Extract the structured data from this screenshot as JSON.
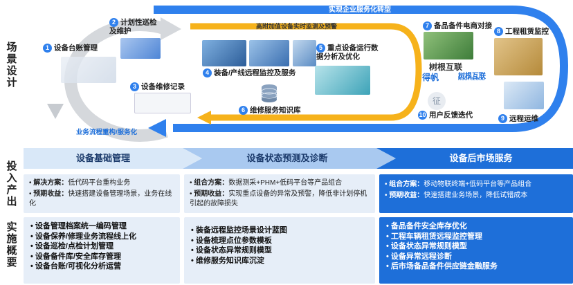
{
  "sides": {
    "scene": "场景设计",
    "io": "投入产出",
    "impl": "实施概要"
  },
  "arrows": {
    "top_banner": "实现企业服务化转型",
    "orange_banner": "高附加值设备实时监测及预警",
    "left_arrow": "业务流程重构/服务化"
  },
  "steps": [
    {
      "n": "1",
      "label": "设备台账管理"
    },
    {
      "n": "2",
      "label": "计划性巡检\n及维护"
    },
    {
      "n": "3",
      "label": "设备维修记录"
    },
    {
      "n": "4",
      "label": "装备/产线远程监控及服务"
    },
    {
      "n": "5",
      "label": "重点设备运行数\n据分析及优化"
    },
    {
      "n": "6",
      "label": "维修服务知识库"
    },
    {
      "n": "7",
      "label": "备品备件电商对接"
    },
    {
      "n": "8",
      "label": "工程租赁监控"
    },
    {
      "n": "9",
      "label": "远程运维"
    },
    {
      "n": "10",
      "label": "用户反馈迭代"
    }
  ],
  "logos": {
    "l1": "树根互联",
    "l2a": "得帆",
    "l2b": "树根互联",
    "l2c": "ROOTCLOUD",
    "seal": "征"
  },
  "phases": [
    {
      "title": "设备基础管理"
    },
    {
      "title": "设备状态预测及诊断"
    },
    {
      "title": "设备后市场服务"
    }
  ],
  "io": [
    {
      "sol_k": "解决方案：",
      "sol_v": "低代码平台重构业务",
      "ret_k": "预期收益：",
      "ret_v": "快速搭建设备管理场景，业务在线化"
    },
    {
      "sol_k": "组合方案：",
      "sol_v": "数据测采+PHM+低码平台等产品组合",
      "ret_k": "预期收益：",
      "ret_v": "实现重点设备的异常及预警，降低非计划停机引起的故障损失"
    },
    {
      "sol_k": "组合方案：",
      "sol_v": "移动物联终端+低码平台等产品组合",
      "ret_k": "预期收益：",
      "ret_v": "快速搭建业务场景，降低试错成本"
    }
  ],
  "impl": [
    [
      "设备管理档案统一编码管理",
      "设备保养/修理业务流程线上化",
      "设备巡检/点检计划管理",
      "设备备件库/安全库存管理",
      "设备台账/可视化分析运营"
    ],
    [
      "装备远程监控场景设计蓝图",
      "设备梳理点位参数模板",
      "设备状态异常规则模型",
      "维修服务知识库沉淀"
    ],
    [
      "备品备件安全库存优化",
      "工程车辆租赁远程监控管理",
      "设备状态异常规则模型",
      "设备异常远程诊断",
      "后市场备品备件供应链金融服务"
    ]
  ],
  "colors": {
    "blue": "#2f80ed",
    "orange": "#f6b21b",
    "gray": "#cfd3d8",
    "dark": "#1e6fd9"
  }
}
